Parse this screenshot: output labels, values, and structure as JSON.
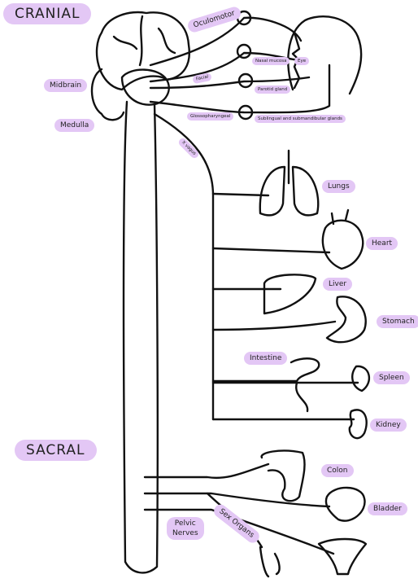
{
  "sections": {
    "cranial": "CRANIAL",
    "sacral": "SACRAL"
  },
  "brain_labels": {
    "midbrain": "Midbrain",
    "medulla": "Medulla"
  },
  "nerves": {
    "oculomotor": "Oculomotor",
    "facial": "Facial",
    "glossopharyngeal": "Glossopharyngeal",
    "vagus": "X vagus",
    "pelvic": "Pelvic\nNerves"
  },
  "glands": {
    "nasal_mucosa": "Nasal mucosa",
    "eye": "Eye",
    "parotid": "Parotid gland",
    "sublingual": "Sublingual and submandibular glands"
  },
  "organs": {
    "lungs": "Lungs",
    "heart": "Heart",
    "liver": "Liver",
    "stomach": "Stomach",
    "intestine": "Intestine",
    "spleen": "Spleen",
    "kidney": "Kidney",
    "colon": "Colon",
    "bladder": "Bladder",
    "sex_organs": "Sex Organs"
  },
  "colors": {
    "label_bg": "#e3c7f5",
    "line": "#111111"
  }
}
